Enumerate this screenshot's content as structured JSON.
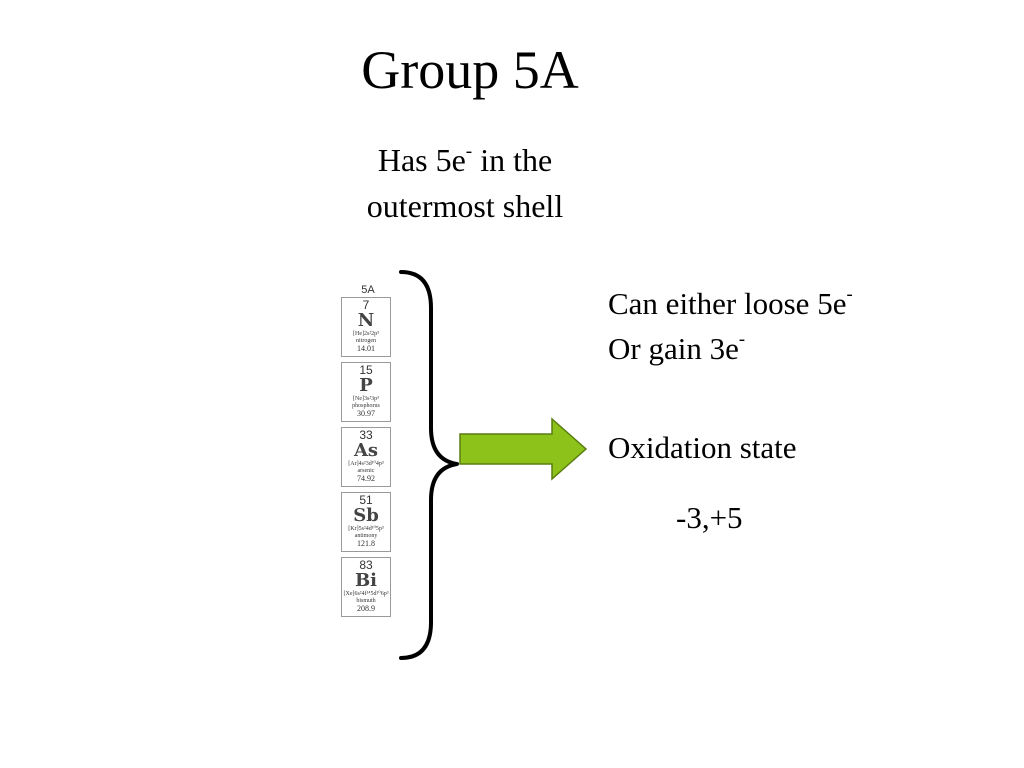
{
  "title": "Group 5A",
  "subtitle": {
    "line1_pre": "Has 5e",
    "line1_sup": "-",
    "line1_post": " in the",
    "line2": "outermost shell"
  },
  "periodic_column": {
    "group_label": "5A",
    "elements": [
      {
        "number": "7",
        "symbol": "N",
        "config": "[He]2s²2p³",
        "name": "nitrogen",
        "mass": "14.01"
      },
      {
        "number": "15",
        "symbol": "P",
        "config": "[Ne]3s²3p³",
        "name": "phosphorus",
        "mass": "30.97"
      },
      {
        "number": "33",
        "symbol": "As",
        "config": "[Ar]4s²3d¹⁰4p³",
        "name": "arsenic",
        "mass": "74.92"
      },
      {
        "number": "51",
        "symbol": "Sb",
        "config": "[Kr]5s²4d¹⁰5p³",
        "name": "antimony",
        "mass": "121.8"
      },
      {
        "number": "83",
        "symbol": "Bi",
        "config": "[Xe]6s²4f¹⁴5d¹⁰6p³",
        "name": "bismuth",
        "mass": "208.9"
      }
    ]
  },
  "electron_behavior": {
    "line1_text": "Can either loose 5e",
    "line1_sup": "-",
    "line2_text": "Or gain 3e",
    "line2_sup": "-"
  },
  "oxidation": {
    "label": "Oxidation state",
    "values": "-3,+5"
  },
  "colors": {
    "arrow_fill": "#8cc21a",
    "arrow_stroke": "#5a7d10",
    "text": "#000000",
    "background": "#ffffff"
  }
}
